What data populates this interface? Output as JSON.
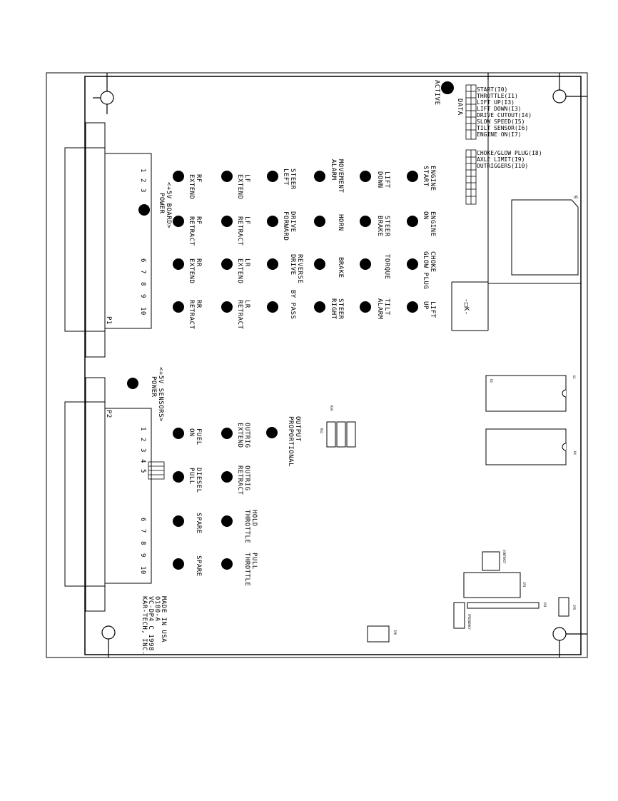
{
  "led_labels": {
    "engine_start": [
      "ENGINE",
      "START"
    ],
    "lift_down": [
      "LIFT",
      "DOWN"
    ],
    "movement_alarm": [
      "MOVEMENT",
      "ALARM"
    ],
    "steer_left": [
      "STEER",
      "LEFT"
    ],
    "lf_extend": [
      "LF",
      "EXTEND"
    ],
    "rf_extend": [
      "RF",
      "EXTEND"
    ],
    "engine_on": [
      "ENGINE",
      "ON"
    ],
    "steer_brake": [
      "STEER",
      "BRAKE"
    ],
    "horn": [
      "HORN"
    ],
    "drive_forward": [
      "DRIVE",
      "FORWARD"
    ],
    "lf_retract": [
      "LF",
      "RETRACT"
    ],
    "rf_retract": [
      "RF",
      "RETRACT"
    ],
    "choke_glow": [
      "CHOKE",
      "GLOW PLUG"
    ],
    "torque": [
      "TORQUE"
    ],
    "brake": [
      "BRAKE"
    ],
    "drive_reverse": [
      "DRIVE",
      "REVERSE"
    ],
    "lr_extend": [
      "LR",
      "EXTEND"
    ],
    "rr_extend": [
      "RR",
      "EXTEND"
    ],
    "lift_up": [
      "LIFT",
      "UP"
    ],
    "tilt_alarm": [
      "TILT",
      "ALARM"
    ],
    "steer_right": [
      "STEER",
      "RIGHT"
    ],
    "by_pass": [
      "BY PASS"
    ],
    "lr_retract": [
      "LR",
      "RETRACT"
    ],
    "rr_retract": [
      "RR",
      "RETRACT"
    ],
    "power_board": [
      "POWER",
      "<+5V BOARD>"
    ],
    "power_sensors": [
      "POWER",
      "<+5V SENSORS>"
    ],
    "proportional_output": [
      "PROPORTIONAL",
      "OUTPUT"
    ],
    "outrig_extend": [
      "OUTRIG",
      "EXTEND"
    ],
    "fuel_on": [
      "FUEL",
      "ON"
    ],
    "outrig_retract": [
      "OUTRIG",
      "RETRACT"
    ],
    "diesel_pull": [
      "DIESEL",
      "PULL"
    ],
    "throttle_hold": [
      "THROTTLE",
      "HOLD"
    ],
    "spare_1": [
      "SPARE"
    ],
    "throttle_pull": [
      "THROTTLE",
      "PULL"
    ],
    "spare_2": [
      "SPARE"
    ],
    "active": [
      "ACTIVE"
    ],
    "data": [
      "DATA"
    ]
  },
  "input_labels_top": [
    "START(I0)",
    "THROTTLE(I1)",
    "LIFT UP(I3)",
    "LIFT DOWN(I3)",
    "DRIVE CUTOUT(I4)",
    "SLOW SPEED(I5)",
    "TILT SENSOR(I6)",
    "ENGINE ON(I7)"
  ],
  "input_labels_bottom": [
    "CHOKE/GLOW PLUG(I8)",
    "AXLE LIMIT(I9)",
    "OUTRIGGERS(I10)"
  ],
  "connector_pins": [
    "1",
    "2",
    "3",
    "4",
    "5",
    "6",
    "7",
    "8",
    "9",
    "10"
  ],
  "connector_p1": "P1",
  "connector_p2": "P2",
  "maker_lines": [
    "KAR-TECH, INC.",
    "VC-DP4 C 1998",
    "0180-A",
    "MADE IN USA"
  ],
  "component_labels": {
    "u5": "U5",
    "u1": "U1",
    "u3": "U3",
    "u4": "U4",
    "contrast": "CONTRAST",
    "frequency": "FREQUENCY",
    "jp3": "JP3",
    "jp4": "JP4",
    "jp5": "JP5",
    "jp6": "JP6",
    "r42": "R42",
    "r39": "R39"
  }
}
